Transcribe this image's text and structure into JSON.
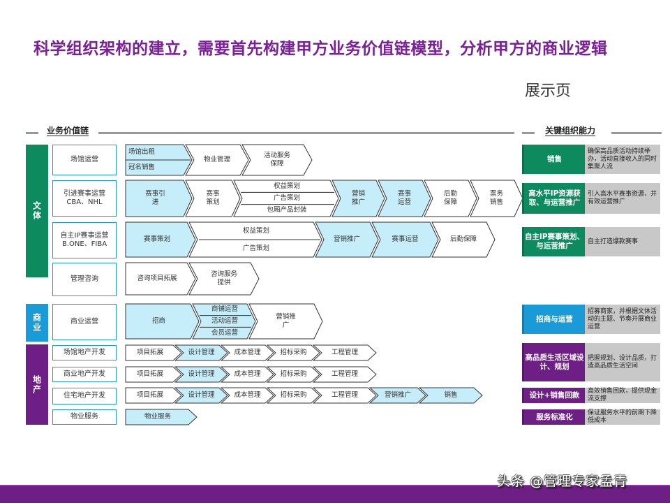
{
  "title": "科学组织架构的建立，需要首先构建甲方业务价值链模型，分析甲方的商业逻辑",
  "show_page": "展示页",
  "sections": {
    "value_chain": "业务价值链",
    "capabilities": "关键组织能力"
  },
  "colors": {
    "wenti": "#0e8a5f",
    "shangye": "#1a9ad6",
    "dichan": "#6e1f85",
    "chevron_highlight": "#c6eefa",
    "title": "#7a1f97"
  },
  "categories": [
    {
      "label": "文体",
      "color": "#0e8a5f"
    },
    {
      "label": "商业",
      "color": "#1a9ad6"
    },
    {
      "label": "地产",
      "color": "#6e1f85"
    }
  ],
  "rows": [
    {
      "sub": [
        "场馆运营"
      ],
      "steps": [
        {
          "stack": [
            "场馆出租",
            "冠名销售"
          ],
          "hl": true
        },
        {
          "text": [
            "物业管理"
          ],
          "hl": false
        },
        {
          "text": [
            "活动服务",
            "保障"
          ],
          "hl": false
        }
      ]
    },
    {
      "sub": [
        "引进赛事运营",
        "CBA、NHL"
      ],
      "steps": [
        {
          "text": [
            "赛事引",
            "进"
          ],
          "hl": true
        },
        {
          "text": [
            "赛事",
            "策划"
          ],
          "hl": false
        },
        {
          "stack": [
            "权益策划",
            "广告策划",
            "包厢产品封装"
          ],
          "hl": false
        },
        {
          "text": [
            "营销",
            "推广"
          ],
          "hl": true
        },
        {
          "text": [
            "赛事",
            "运营"
          ],
          "hl": true
        },
        {
          "text": [
            "后勤",
            "保障"
          ],
          "hl": false
        },
        {
          "text": [
            "票务",
            "销售"
          ],
          "hl": false
        }
      ]
    },
    {
      "sub": [
        "自主IP赛事运营",
        "B.ONE、FIBA"
      ],
      "steps": [
        {
          "text": [
            "赛事策划"
          ],
          "hl": true
        },
        {
          "stack": [
            "权益策划",
            "广告策划"
          ],
          "hl": false
        },
        {
          "text": [
            "营销推广"
          ],
          "hl": true
        },
        {
          "text": [
            "赛事运营"
          ],
          "hl": true
        },
        {
          "text": [
            "后勤保障"
          ],
          "hl": false
        }
      ]
    },
    {
      "sub": [
        "管理咨询"
      ],
      "steps": [
        {
          "text": [
            "咨询项目拓展"
          ],
          "hl": false
        },
        {
          "text": [
            "咨询服务",
            "提供"
          ],
          "hl": false
        }
      ]
    },
    {
      "sub": [
        "商业运营"
      ],
      "steps": [
        {
          "text": [
            "招商"
          ],
          "hl": true
        },
        {
          "stack": [
            "商铺运营",
            "活动运营",
            "会员运营"
          ],
          "hl": true
        },
        {
          "text": [
            "营销推",
            "广"
          ],
          "hl": false
        }
      ]
    },
    {
      "sub": [
        "场馆地产开发"
      ],
      "steps": [
        {
          "text": [
            "项目拓展"
          ],
          "hl": false
        },
        {
          "text": [
            "设计管理"
          ],
          "hl": true
        },
        {
          "text": [
            "成本管理"
          ],
          "hl": false
        },
        {
          "text": [
            "招标采购"
          ],
          "hl": false
        },
        {
          "text": [
            "工程管理"
          ],
          "hl": false
        }
      ]
    },
    {
      "sub": [
        "商业地产开发"
      ],
      "steps": [
        {
          "text": [
            "项目拓展"
          ],
          "hl": false
        },
        {
          "text": [
            "设计管理"
          ],
          "hl": true
        },
        {
          "text": [
            "成本管理"
          ],
          "hl": false
        },
        {
          "text": [
            "招标采购"
          ],
          "hl": false
        },
        {
          "text": [
            "工程管理"
          ],
          "hl": false
        }
      ]
    },
    {
      "sub": [
        "住宅地产开发"
      ],
      "steps": [
        {
          "text": [
            "项目拓展"
          ],
          "hl": false
        },
        {
          "text": [
            "设计管理"
          ],
          "hl": true
        },
        {
          "text": [
            "成本管理"
          ],
          "hl": false
        },
        {
          "text": [
            "招标采购"
          ],
          "hl": false
        },
        {
          "text": [
            "工程管理"
          ],
          "hl": false
        },
        {
          "text": [
            "营销推广"
          ],
          "hl": true
        },
        {
          "text": [
            "销售"
          ],
          "hl": true
        }
      ]
    },
    {
      "sub": [
        "物业服务"
      ],
      "steps": [
        {
          "text": [
            "物业服务"
          ],
          "hl": true
        }
      ]
    }
  ],
  "capabilities": [
    {
      "key": "销售",
      "desc": "确保高品质活动持续举办，活动直接收入的同时集聚人流",
      "color": "#0e8a5f"
    },
    {
      "key": "高水平IP资源获取、与运营推广",
      "desc": "引入高水平赛事资源，并有效运营推广",
      "color": "#0e8a5f"
    },
    {
      "key": "自主IP赛事策划、与运营推广",
      "desc": "自主打造爆款赛事",
      "color": "#0e8a5f"
    },
    {
      "key": "招商与运营",
      "desc": "招募商家，并根据文体活动的主题、节奏开展商业运营",
      "color": "#1a9ad6"
    },
    {
      "key": "高品质生活区域设计、规划",
      "desc": "把握规划、设计品质，打造高品质生活空间",
      "color": "#6e1f85"
    },
    {
      "key": "设计+销售回款",
      "desc": "高效销售回款，提供现金流支撑",
      "color": "#6e1f85"
    },
    {
      "key": "服务标准化",
      "desc": "保证服务水平的前期下降低成本",
      "color": "#6e1f85"
    }
  ],
  "watermark": "头条 @管理专家孟青"
}
